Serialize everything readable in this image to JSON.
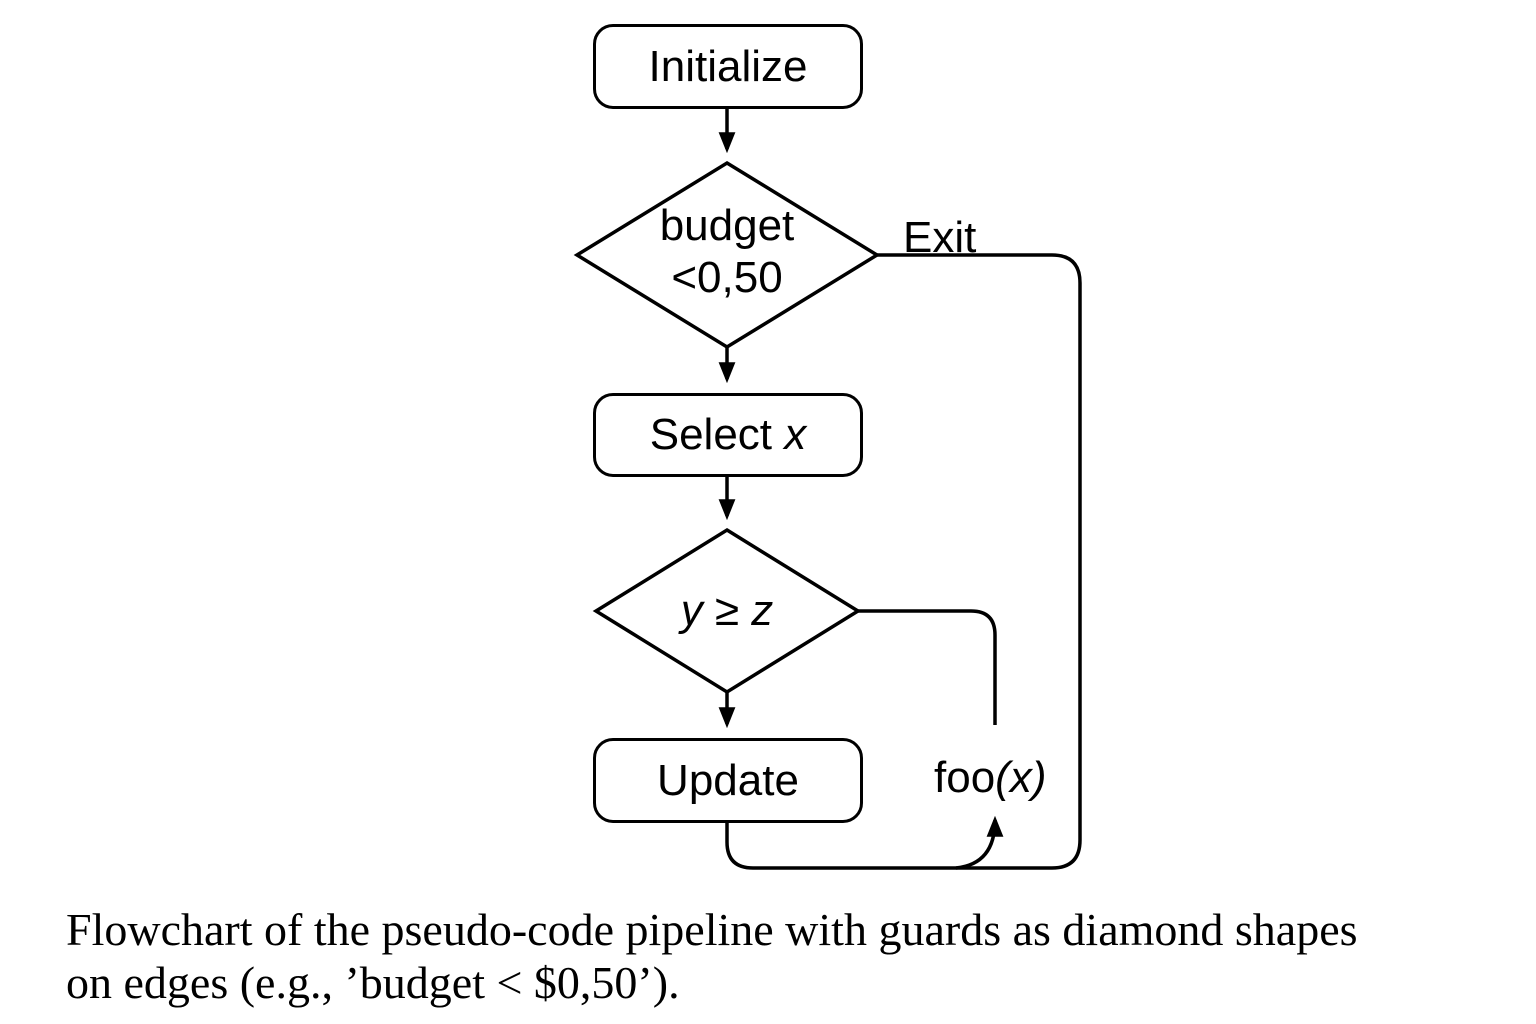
{
  "colors": {
    "stroke": "#000000",
    "background": "#ffffff"
  },
  "diagram": {
    "nodes": {
      "initialize": {
        "label": "Initialize"
      },
      "budget_guard": {
        "line1": "budget",
        "line2": "<0,50"
      },
      "select": {
        "prefix": "Select ",
        "var": "x"
      },
      "yz_guard": {
        "label": "y ≥ z"
      },
      "update": {
        "label": "Update"
      },
      "foo": {
        "prefix": "foo",
        "arg": "(x)"
      }
    },
    "edge_labels": {
      "exit": "Exit"
    }
  },
  "caption": {
    "line1": "Flowchart of the pseudo-code pipeline with guards as diamond shapes",
    "line2": "on edges (e.g., ’budget < $0,50’)."
  }
}
